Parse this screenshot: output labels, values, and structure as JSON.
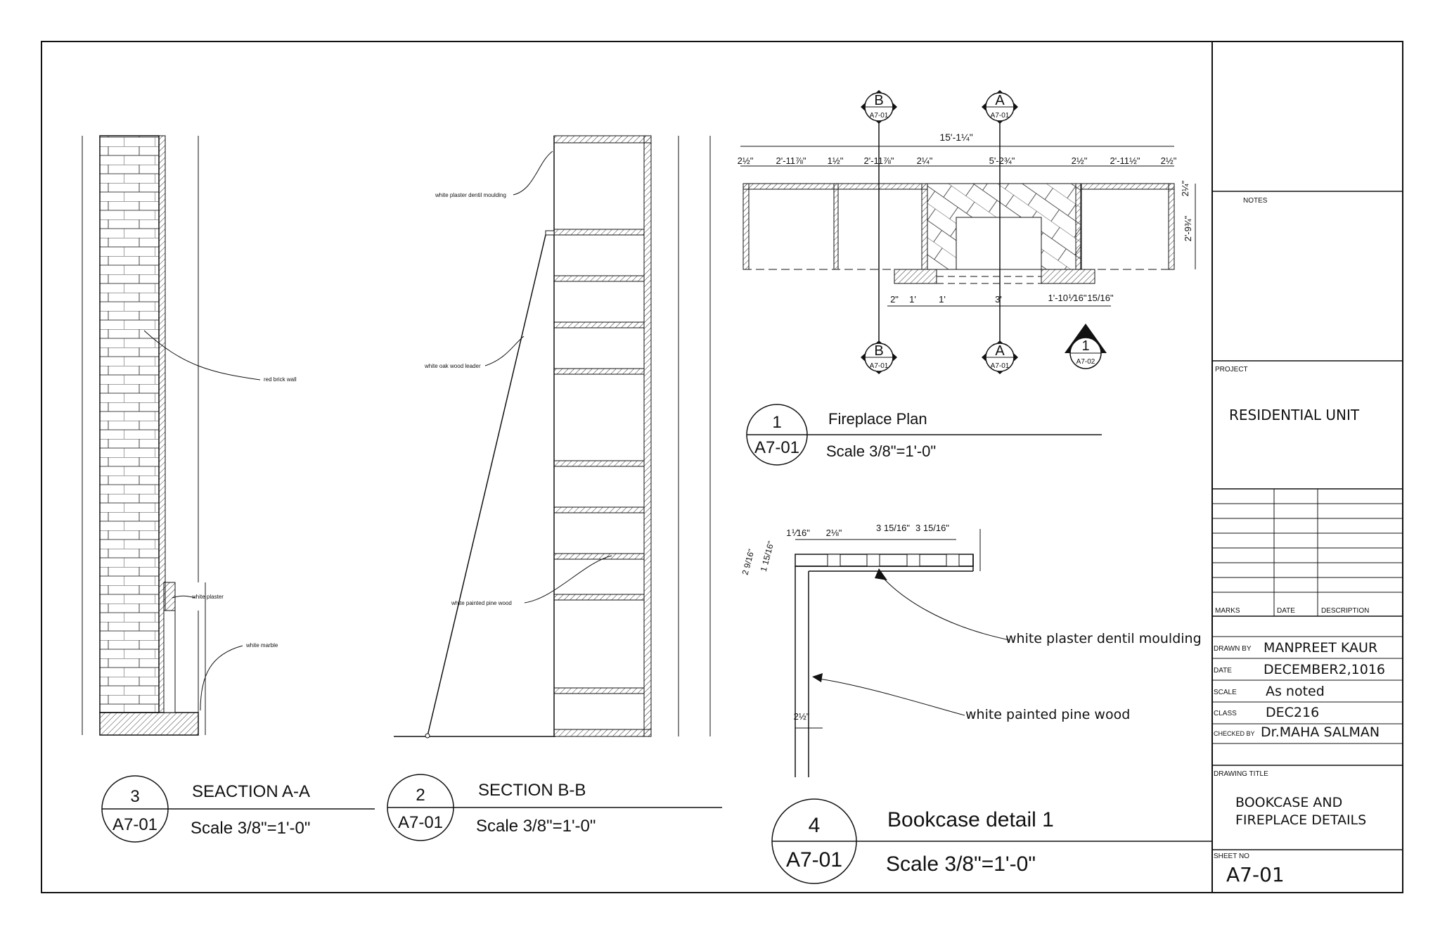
{
  "sections": {
    "section_aa": {
      "number": "3",
      "sheet_ref": "A7-01",
      "title": "SEACTION A-A",
      "scale": "Scale 3/8\"=1'-0\"",
      "labels": {
        "brick": "red  brick wall",
        "plaster": "white plaster",
        "marble": "white marble"
      }
    },
    "section_bb": {
      "number": "2",
      "sheet_ref": "A7-01",
      "title": "SECTION B-B",
      "scale": "Scale 3/8\"=1'-0\"",
      "labels": {
        "dentil": "white plaster dentil moulding",
        "leader": "white oak wood leader",
        "pine": "white painted pine wood"
      }
    },
    "fireplace_plan": {
      "number": "1",
      "sheet_ref": "A7-01",
      "title": "Fireplace Plan",
      "scale": "Scale 3/8\"=1'-0\"",
      "markers": [
        {
          "letter": "B",
          "ref": "A7-01"
        },
        {
          "letter": "A",
          "ref": "A7-01"
        },
        {
          "letter": "B",
          "ref": "A7-01"
        },
        {
          "letter": "A",
          "ref": "A7-01"
        },
        {
          "letter": "1",
          "ref": "A7-02"
        }
      ],
      "dims": {
        "overall": "15'-1¼\"",
        "d1": "2½\"",
        "d2": "2'-11⅞\"",
        "d3": "1½\"",
        "d4": "2'-11⅞\"",
        "d5": "2¼\"",
        "d6": "5'-2¾\"",
        "d7": "2½\"",
        "d8": "2'-11½\"",
        "d9": "2½\"",
        "r1": "2¼\"",
        "r2": "2'-9¾\"",
        "b1": "2\"",
        "b2": "1'",
        "b3": "1'",
        "b4": "3'",
        "b5": "1'-10⅟16\"",
        "b6": "15/16\""
      }
    },
    "bookcase_detail": {
      "number": "4",
      "sheet_ref": "A7-01",
      "title": "Bookcase detail 1",
      "scale": "Scale 3/8\"=1'-0\"",
      "labels": {
        "dentil": "white plaster dentil moulding",
        "pine": "white painted pine wood"
      },
      "dims": {
        "a": "1⅟16\"",
        "b": "2⅛\"",
        "c": "3 15/16\"",
        "d": "3 15/16\"",
        "e": "2 9/16\"",
        "f": "1 15/16\"",
        "g": "2½\""
      }
    }
  },
  "title_block": {
    "notes_label": "NOTES",
    "project_label": "PROJECT",
    "project": "RESIDENTIAL UNIT",
    "marks_label": "MARKS",
    "date_col_label": "DATE",
    "description_label": "DESCRIPTION",
    "drawn_by_label": "DRAWN BY",
    "drawn_by": "MANPREET KAUR",
    "date_label": "DATE",
    "date": "DECEMBER2,1016",
    "scale_label": "SCALE",
    "scale": "As noted",
    "class_label": "CLASS",
    "class": "DEC216",
    "checked_by_label": "CHECKED BY",
    "checked_by": "Dr.MAHA SALMAN",
    "drawing_title_label": "DRAWING TITLE",
    "drawing_title_1": "BOOKCASE AND",
    "drawing_title_2": "FIREPLACE DETAILS",
    "sheet_no_label": "SHEET NO",
    "sheet_no": "A7-01"
  }
}
